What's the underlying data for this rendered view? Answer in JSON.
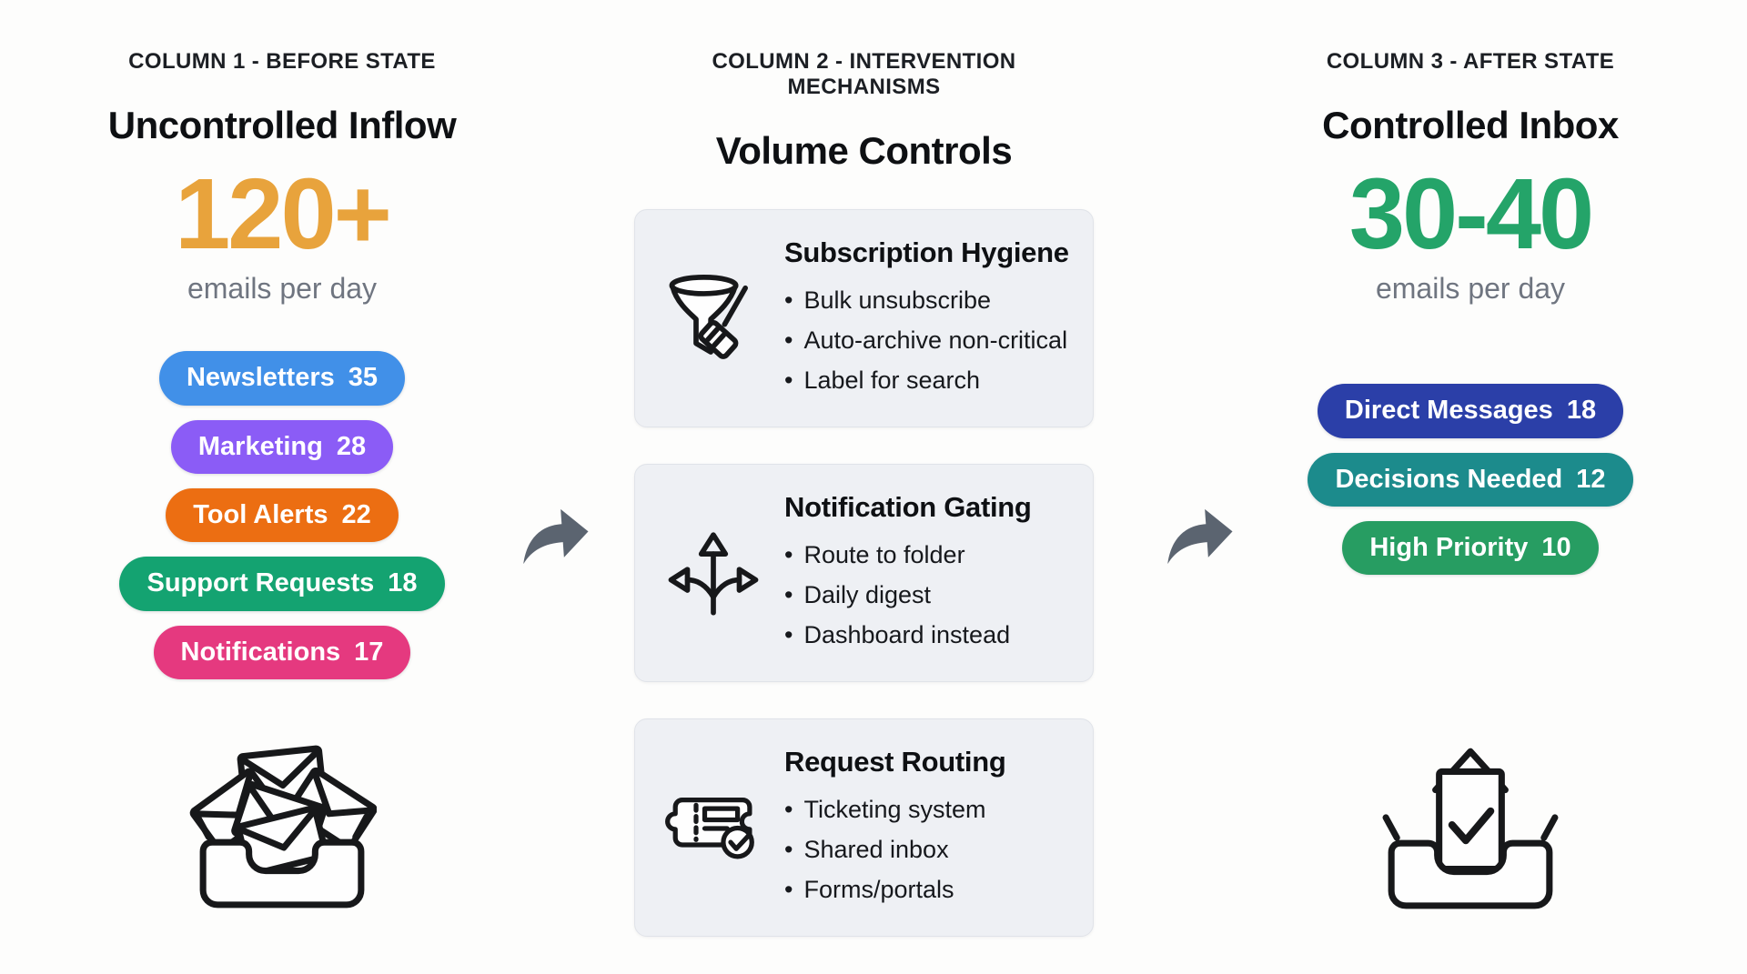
{
  "arrow": {
    "icon": "share-arrow-icon",
    "color": "#5B6470"
  },
  "columns": {
    "before": {
      "kicker": "COLUMN 1 - BEFORE STATE",
      "title": "Uncontrolled Inflow",
      "stat": "120+",
      "stat_color": "#E8A33C",
      "stat_caption": "emails per day",
      "icon": "overflowing-inbox-icon",
      "pills": [
        {
          "label": "Newsletters",
          "value": "35",
          "color": "#4190E8"
        },
        {
          "label": "Marketing",
          "value": "28",
          "color": "#8B5CF6"
        },
        {
          "label": "Tool Alerts",
          "value": "22",
          "color": "#EC6E12"
        },
        {
          "label": "Support Requests",
          "value": "18",
          "color": "#14A371"
        },
        {
          "label": "Notifications",
          "value": "17",
          "color": "#E5397F"
        }
      ]
    },
    "interventions": {
      "kicker": "COLUMN 2 - INTERVENTION MECHANISMS",
      "title": "Volume Controls",
      "cards": [
        {
          "icon": "funnel-broom-icon",
          "title": "Subscription Hygiene",
          "bullets": [
            "Bulk unsubscribe",
            "Auto-archive non-critical",
            "Label for search"
          ]
        },
        {
          "icon": "split-arrows-icon",
          "title": "Notification Gating",
          "bullets": [
            "Route to folder",
            "Daily digest",
            "Dashboard instead"
          ]
        },
        {
          "icon": "ticket-check-icon",
          "title": "Request Routing",
          "bullets": [
            "Ticketing system",
            "Shared inbox",
            "Forms/portals"
          ]
        }
      ]
    },
    "after": {
      "kicker": "COLUMN 3 - AFTER STATE",
      "title": "Controlled Inbox",
      "stat": "30-40",
      "stat_color": "#24A469",
      "stat_caption": "emails per day",
      "icon": "inbox-check-icon",
      "pills": [
        {
          "label": "Direct Messages",
          "value": "18",
          "color": "#2B3FA8"
        },
        {
          "label": "Decisions Needed",
          "value": "12",
          "color": "#1C8B8C"
        },
        {
          "label": "High Priority",
          "value": "10",
          "color": "#279D62"
        }
      ]
    }
  }
}
